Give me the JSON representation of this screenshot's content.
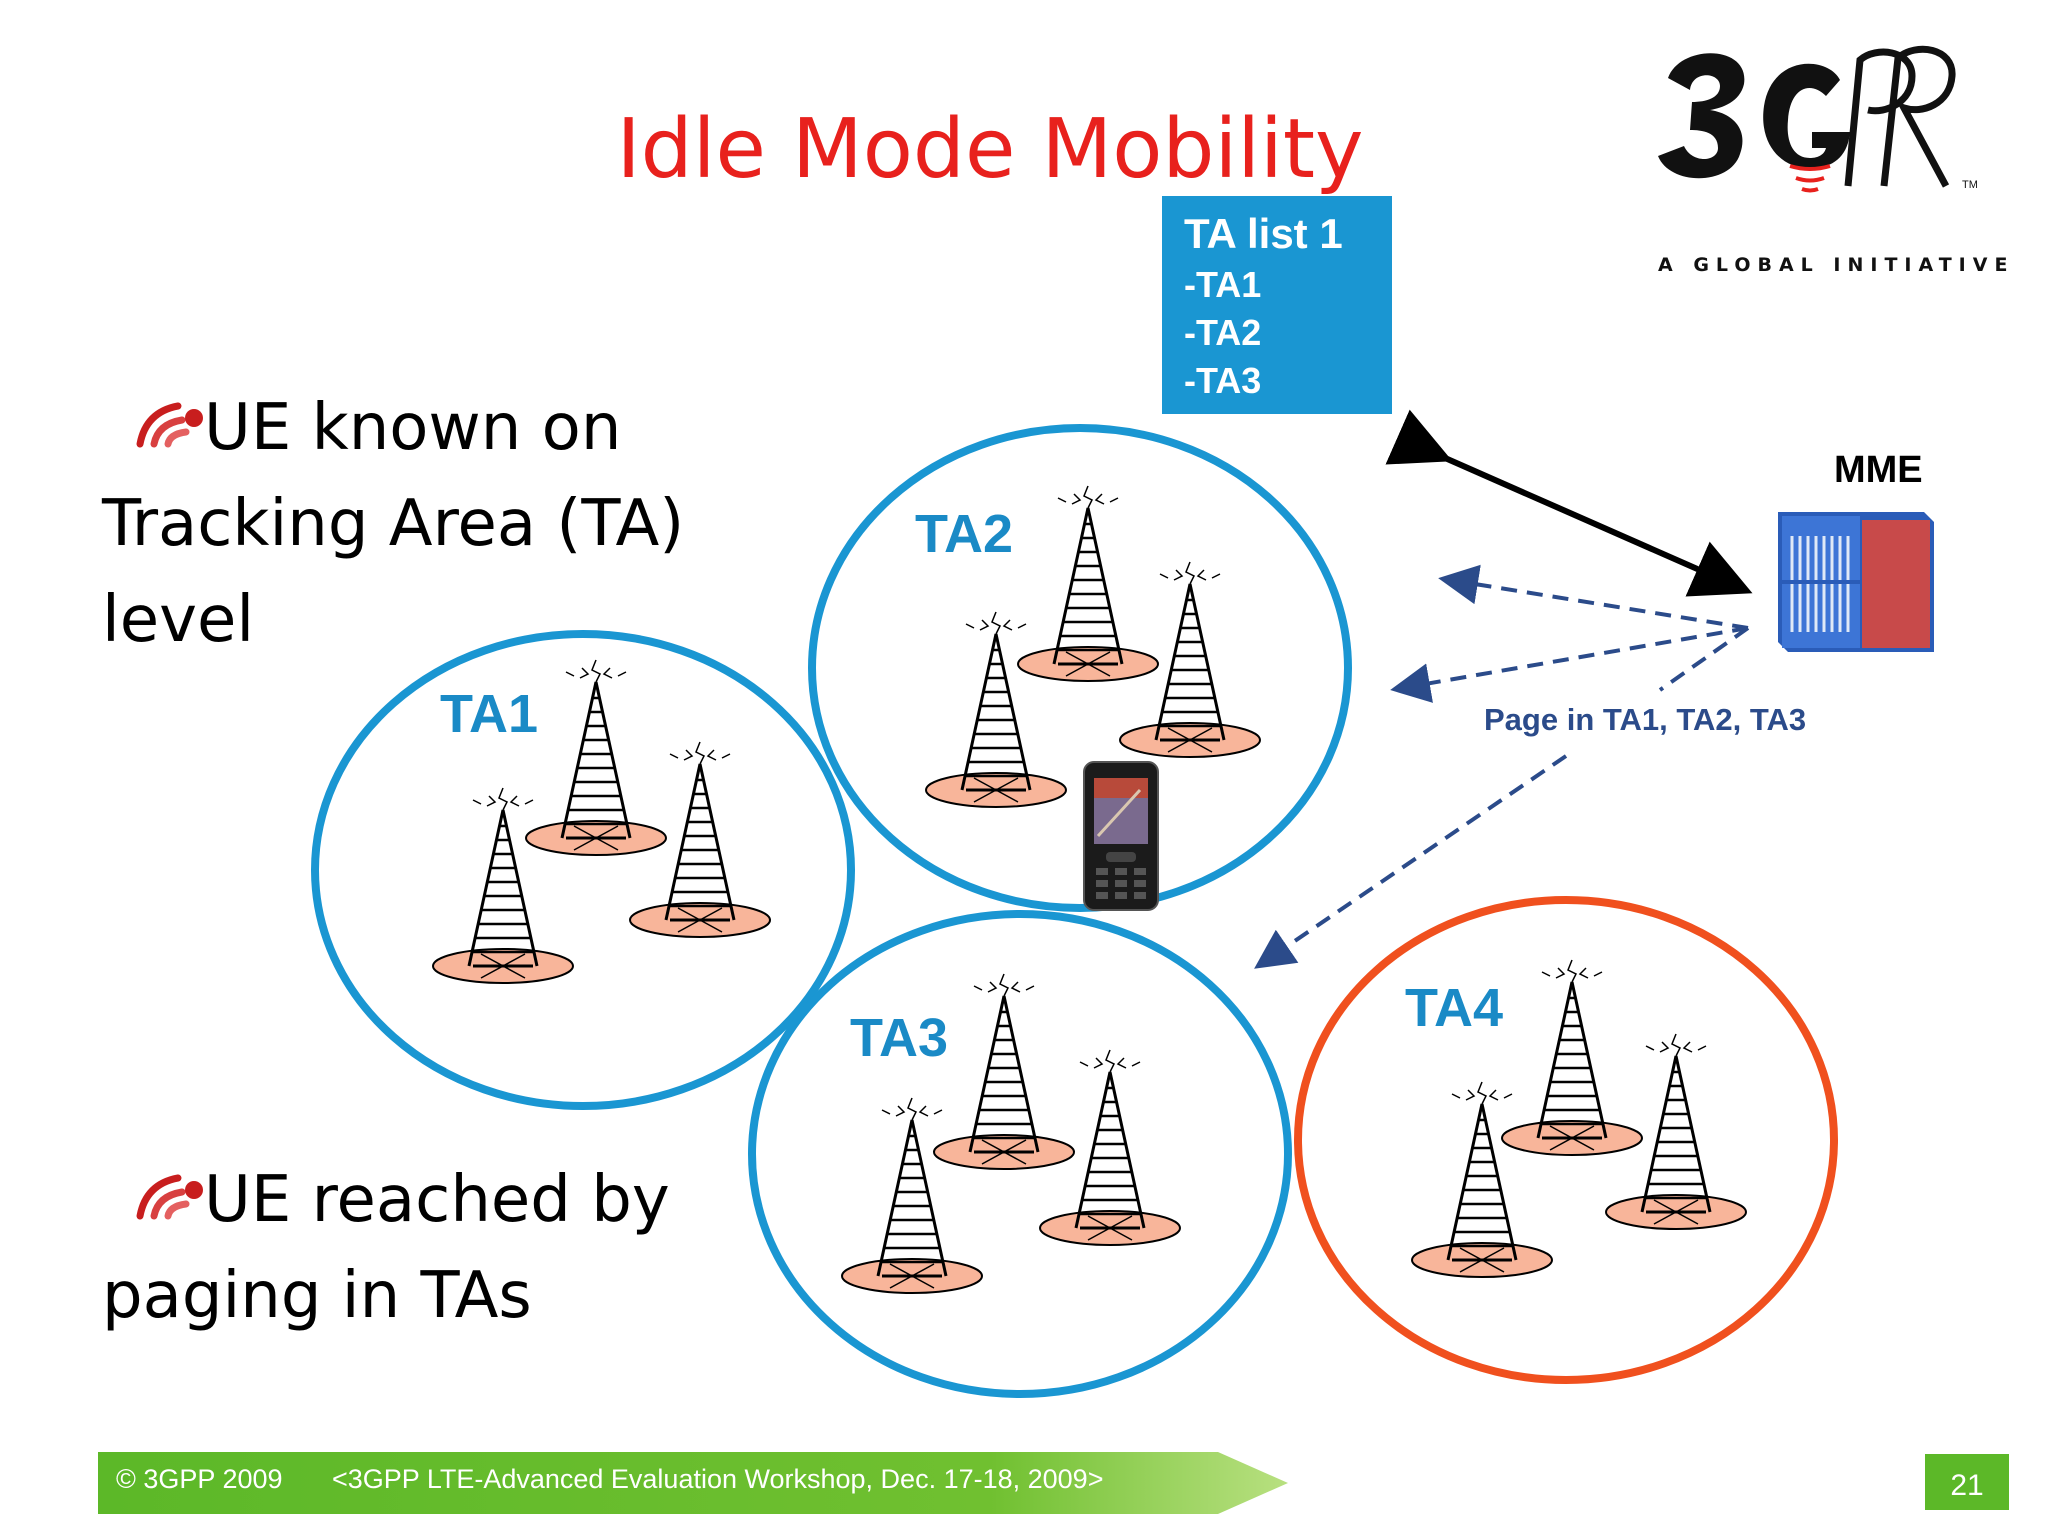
{
  "slide": {
    "title": "Idle Mode Mobility",
    "logo": {
      "mark_text": "3GPP",
      "tagline": "A GLOBAL INITIATIVE",
      "trademark": "TM"
    },
    "bullets": [
      {
        "lines": [
          "UE known on",
          "Tracking Area (TA)",
          "level"
        ]
      },
      {
        "lines": [
          "UE reached by",
          "paging in TAs"
        ]
      }
    ],
    "ta_list": {
      "header": "TA list 1",
      "items": [
        "-TA1",
        "-TA2",
        "-TA3"
      ]
    },
    "areas": [
      {
        "label": "TA1",
        "color": "#1a96d2"
      },
      {
        "label": "TA2",
        "color": "#1a96d2"
      },
      {
        "label": "TA3",
        "color": "#1a96d2"
      },
      {
        "label": "TA4",
        "color": "#f0501e"
      }
    ],
    "mme_label": "MME",
    "paging_label": "Page in TA1, TA2, TA3",
    "footer": {
      "copyright": "© 3GPP 2009",
      "event": "<3GPP LTE-Advanced Evaluation Workshop, Dec. 17-18, 2009>",
      "page_number": "21"
    },
    "colors": {
      "title": "#e8211d",
      "ta_list_bg": "#1a96d2",
      "ta_label": "#1a8ac6",
      "footer_green": "#5cb828",
      "tower_base": "#f8b59a",
      "paging_arrow": "#2b4b8a"
    }
  }
}
